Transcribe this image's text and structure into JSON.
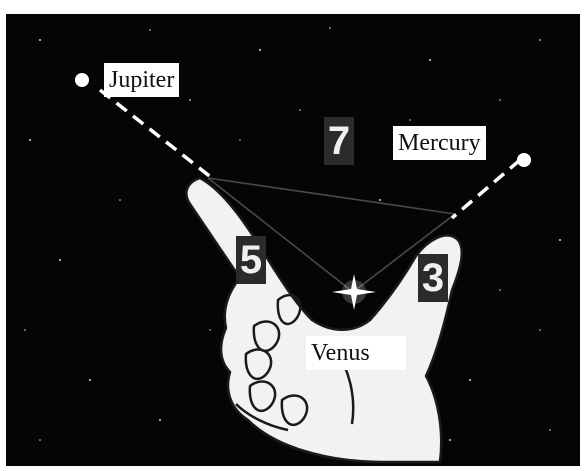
{
  "colors": {
    "sky": "#050505",
    "frame": "#ffffff",
    "hand": "#f2f2f2",
    "hand_outline": "#1a1a1a",
    "guide_line": "#ffffff",
    "triangle_line": "#4a4a4a",
    "label_bg": "#ffffff",
    "number_bg": "#2b2b2b"
  },
  "planets": {
    "jupiter": "Jupiter",
    "mercury": "Mercury",
    "venus": "Venus"
  },
  "numbers": {
    "top": "7",
    "left": "5",
    "right": "3"
  },
  "icons": {
    "hand": "hand-icon",
    "star": "star-icon"
  }
}
